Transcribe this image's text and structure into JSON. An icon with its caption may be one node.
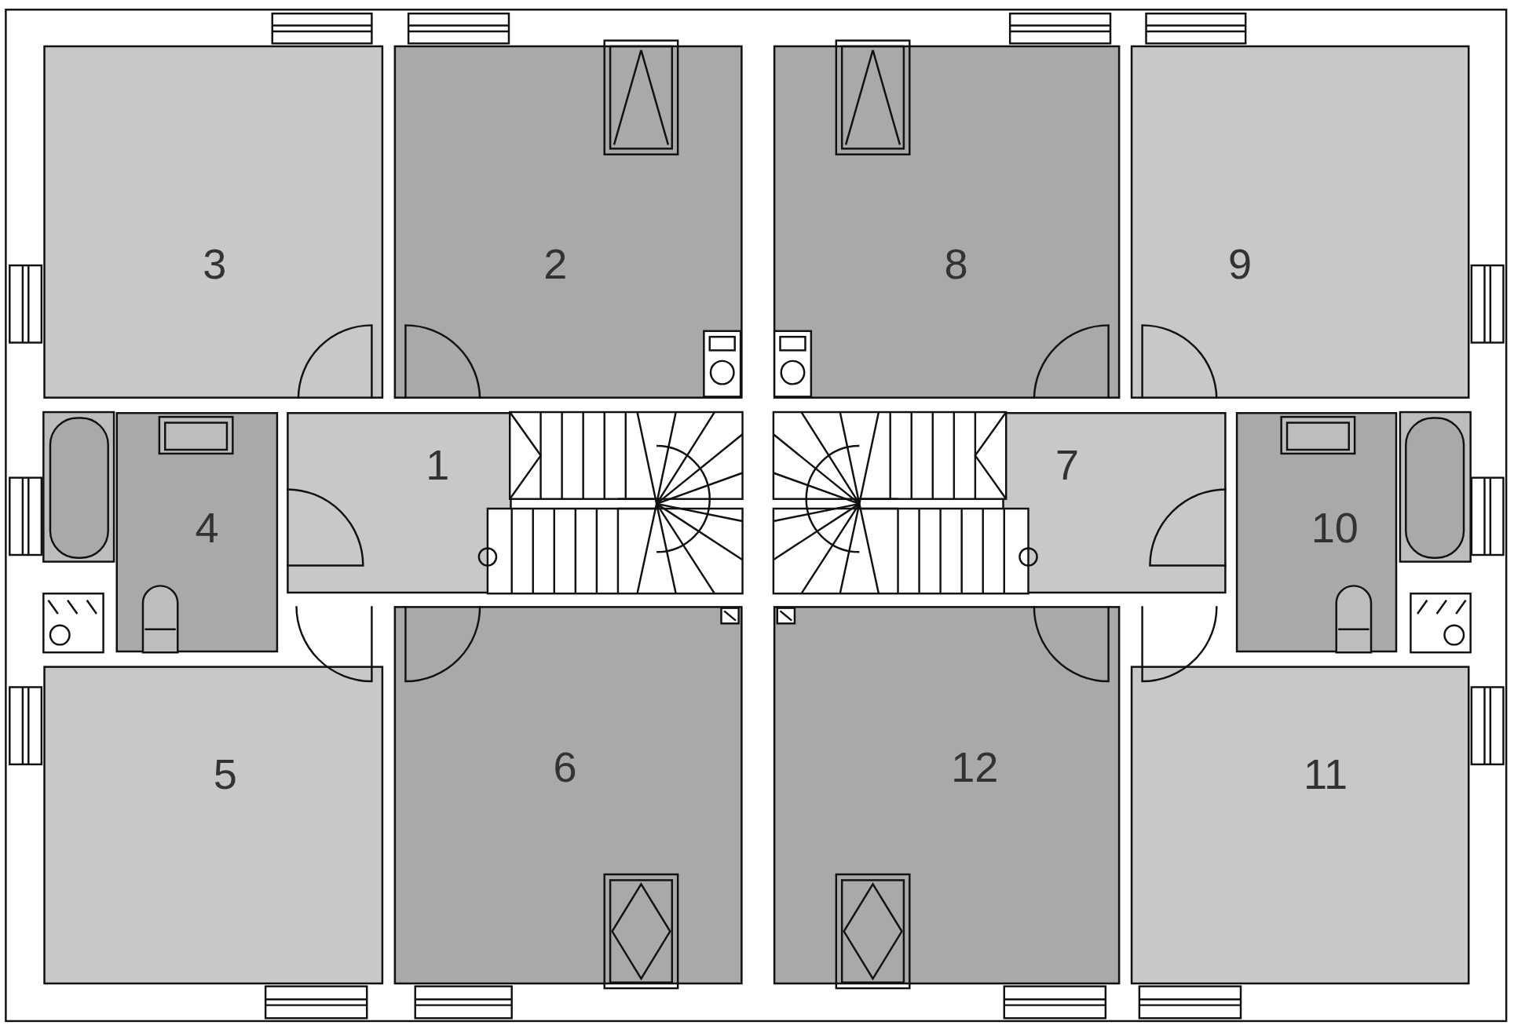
{
  "diagram": {
    "nodes": [
      {
        "text": [
          "3"
        ]
      },
      {
        "text": [
          "2"
        ]
      },
      {
        "text": [
          "8"
        ]
      },
      {
        "text": [
          "9"
        ]
      },
      {
        "text": [
          "4"
        ]
      },
      {
        "text": [
          "1"
        ]
      },
      {
        "text": [
          "7"
        ]
      },
      {
        "text": [
          "10"
        ]
      },
      {
        "text": [
          "5"
        ]
      },
      {
        "text": [
          "6"
        ]
      },
      {
        "text": [
          "12"
        ]
      },
      {
        "text": [
          "11"
        ]
      }
    ]
  }
}
